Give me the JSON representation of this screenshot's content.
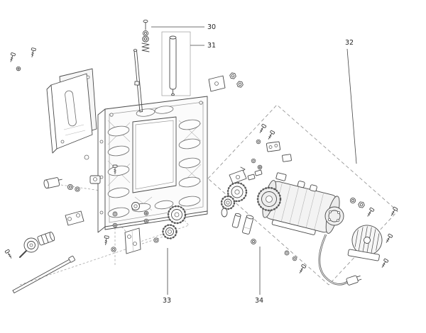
{
  "colors": {
    "label": "#222222",
    "line": "#4a4a4a",
    "background": "#ffffff"
  },
  "figure": {
    "type": "exploded-parts-diagram",
    "callouts": [
      {
        "label": "30"
      },
      {
        "label": "31"
      },
      {
        "label": "32"
      },
      {
        "label": "33"
      },
      {
        "label": "34"
      }
    ]
  }
}
